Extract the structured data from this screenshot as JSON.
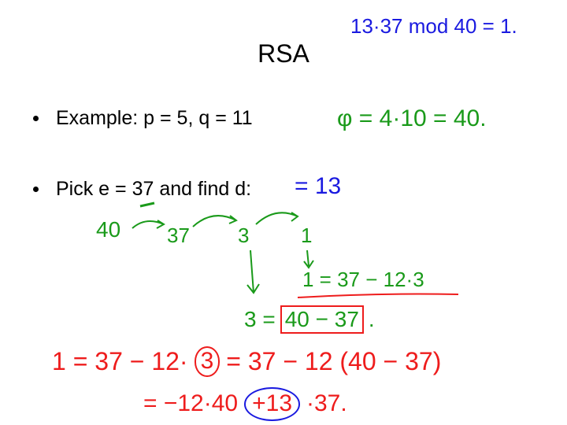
{
  "slide": {
    "title": "RSA",
    "bullets": [
      "Example: p = 5,   q = 11",
      "Pick e = 37 and find d:"
    ]
  },
  "annotations": {
    "top_note": "13·37 mod 40 = 1.",
    "phi": "φ = 4·10 = 40.",
    "d_value": "= 13",
    "euclid_chain": [
      "40",
      "37",
      "3",
      "1"
    ],
    "step_one": "1 = 37 − 12·3",
    "step_three_lhs": "3 =",
    "step_three_rhs": "40 − 37",
    "step_three_end": ".",
    "sub_line_a": "1 = 37 − 12·",
    "sub_circled": "3",
    "sub_line_b": "= 37 − 12 (40 − 37)",
    "final_a": "= −12·40 ",
    "final_circled": "+13",
    "final_b": "·37."
  },
  "colors": {
    "blue_ink": "#1a1ae0",
    "green_ink": "#1a9a1a",
    "red_ink": "#ee1c1c"
  }
}
